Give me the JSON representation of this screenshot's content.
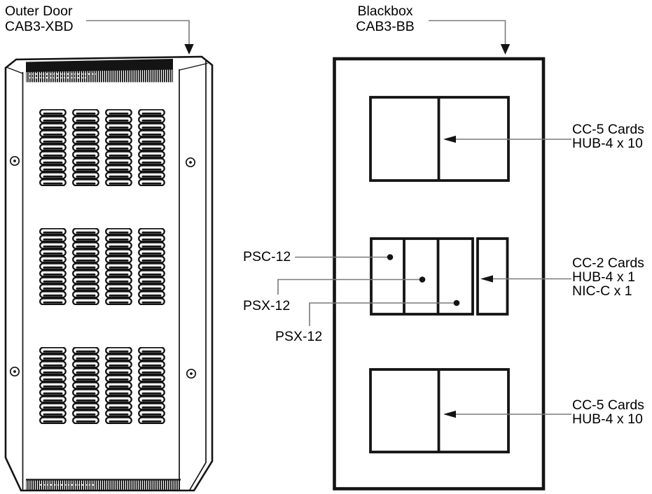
{
  "labels": {
    "outer_door": [
      "Outer Door",
      "CAB3-XBD"
    ],
    "blackbox": [
      "Blackbox",
      "CAB3-BB"
    ],
    "psc_12": "PSC-12",
    "psx_12_a": "PSX-12",
    "psx_12_b": "PSX-12",
    "cc5_top": [
      "CC-5 Cards",
      "HUB-4 x 10"
    ],
    "cc2_mid": [
      "CC-2 Cards",
      "HUB-4 x 1",
      "NIC-C x 1"
    ],
    "cc5_bottom": [
      "CC-5 Cards",
      "HUB-4 x 10"
    ]
  },
  "colors": {
    "line": "#141414",
    "leader": "#7a7a7a",
    "text": "#000000",
    "background": "#ffffff"
  }
}
